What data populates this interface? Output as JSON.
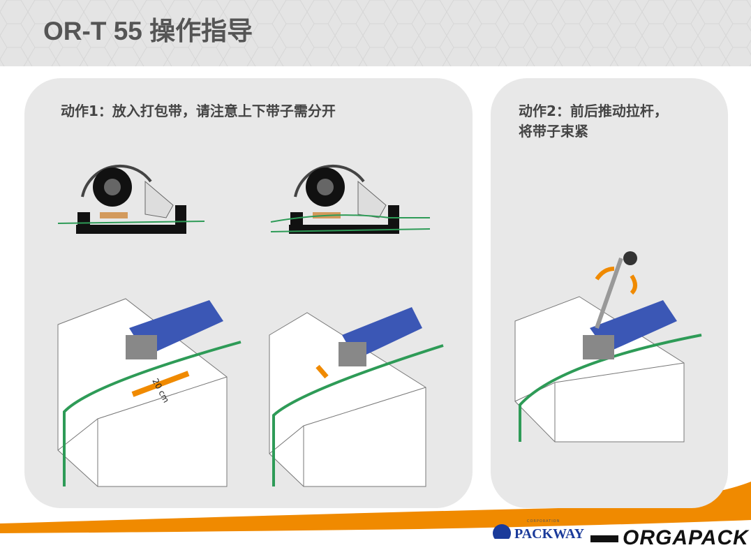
{
  "header": {
    "title": "OR-T 55 操作指导"
  },
  "step1": {
    "caption": "动作1：放入打包带，请注意上下带子需分开",
    "measure_label": "20 cm"
  },
  "step2": {
    "caption_line1": "动作2：前后推动拉杆，",
    "caption_line2": "将带子束紧"
  },
  "footer": {
    "logo1": "PACKWAY",
    "logo1_sub": "CORPORATION",
    "logo2": "ORGAPACK"
  },
  "colors": {
    "accent": "#f08a00",
    "strap": "#2e9b57",
    "tool": "#3b57b5",
    "panel": "#e8e8e8"
  }
}
